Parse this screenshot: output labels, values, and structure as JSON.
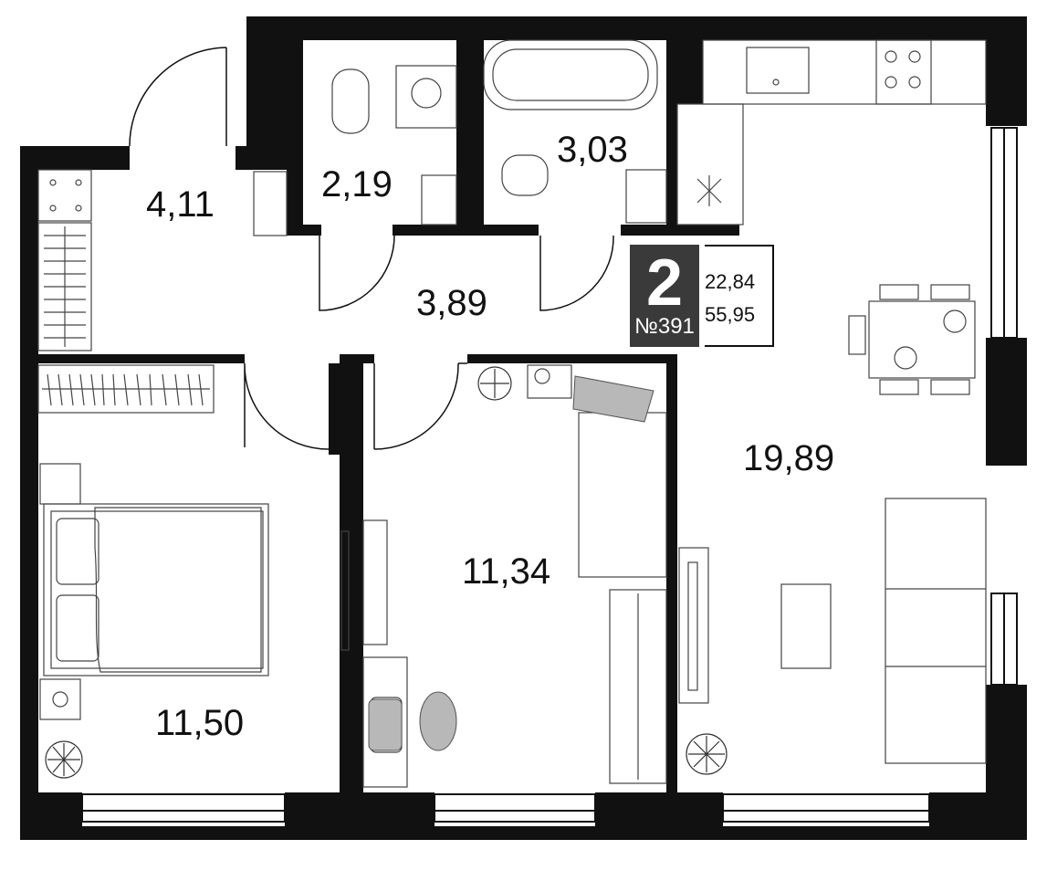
{
  "apartment": {
    "rooms_count": "2",
    "number": "№391",
    "living_area": "22,84",
    "total_area": "55,95"
  },
  "rooms": [
    {
      "id": "hall",
      "area": "4,11"
    },
    {
      "id": "wc",
      "area": "2,19"
    },
    {
      "id": "bathroom",
      "area": "3,03"
    },
    {
      "id": "corridor",
      "area": "3,89"
    },
    {
      "id": "kitchen-living",
      "area": "19,89"
    },
    {
      "id": "bedroom-1",
      "area": "11,50"
    },
    {
      "id": "bedroom-2",
      "area": "11,34"
    }
  ],
  "colors": {
    "wall": "#111111",
    "badge": "#3a3a3a",
    "furniture_fill": "#b8b8b8"
  }
}
